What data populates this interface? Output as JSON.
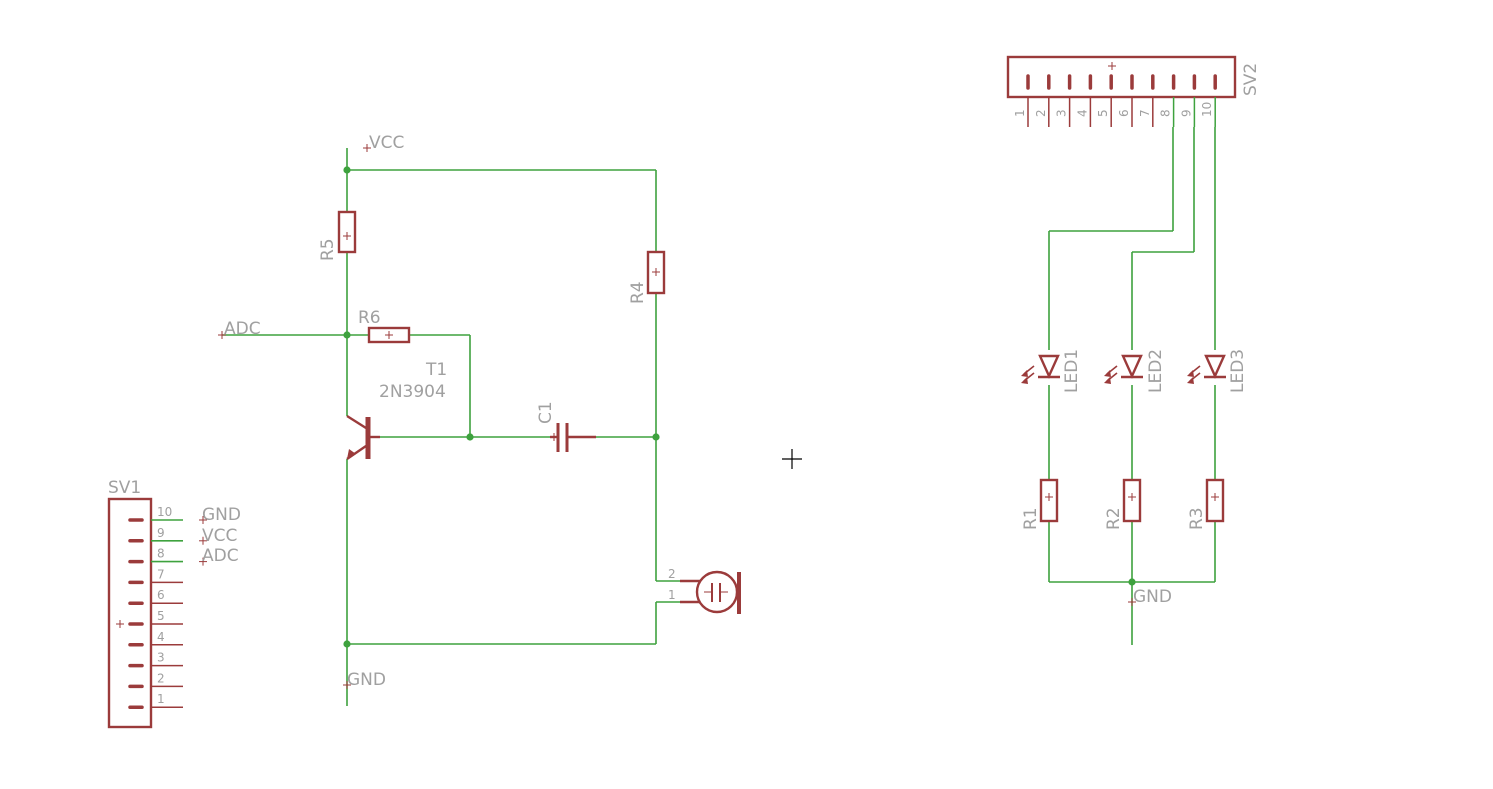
{
  "labels": {
    "vcc_top": "VCC",
    "adc_left": "ADC",
    "gnd_left": "GND",
    "gnd_right": "GND",
    "r5": "R5",
    "r4": "R4",
    "r6": "R6",
    "t1": "T1",
    "t1_part": "2N3904",
    "c1": "C1",
    "sv1": "SV1",
    "sv2": "SV2",
    "led1": "LED1",
    "led2": "LED2",
    "led3": "LED3",
    "r1": "R1",
    "r2": "R2",
    "r3": "R3",
    "sv1_net10": "GND",
    "sv1_net9": "VCC",
    "sv1_net8": "ADC",
    "mic_pin2": "2",
    "mic_pin1": "1"
  },
  "sv1_pins": [
    "10",
    "9",
    "8",
    "7",
    "6",
    "5",
    "4",
    "3",
    "2",
    "1"
  ],
  "sv2_pins": [
    "1",
    "2",
    "3",
    "4",
    "5",
    "6",
    "7",
    "8",
    "9",
    "10"
  ],
  "colors": {
    "wire": "#3ea23e",
    "component": "#9b3b3b",
    "label": "#a0a0a0",
    "background": "#ffffff"
  },
  "cursor_icon": "crosshair-icon"
}
